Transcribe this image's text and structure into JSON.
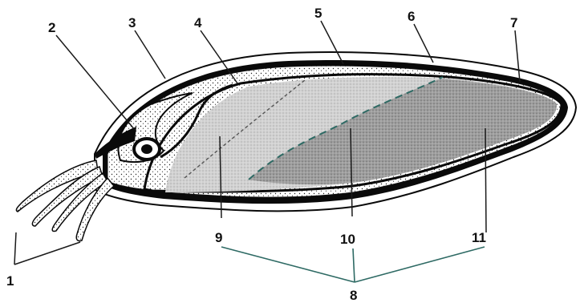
{
  "labels": {
    "l1": "1",
    "l2": "2",
    "l3": "3",
    "l4": "4",
    "l5": "5",
    "l6": "6",
    "l7": "7",
    "l8": "8",
    "l9": "9",
    "l10": "10",
    "l11": "11"
  },
  "colors": {
    "outline": "#0a0a0a",
    "leader_line": "#1a1a1a",
    "bracket_line": "#2e6a64",
    "dashed_boundary": "#2e6a64",
    "light_region": "#cfcfcf",
    "dark_region": "#9c9c9c"
  }
}
